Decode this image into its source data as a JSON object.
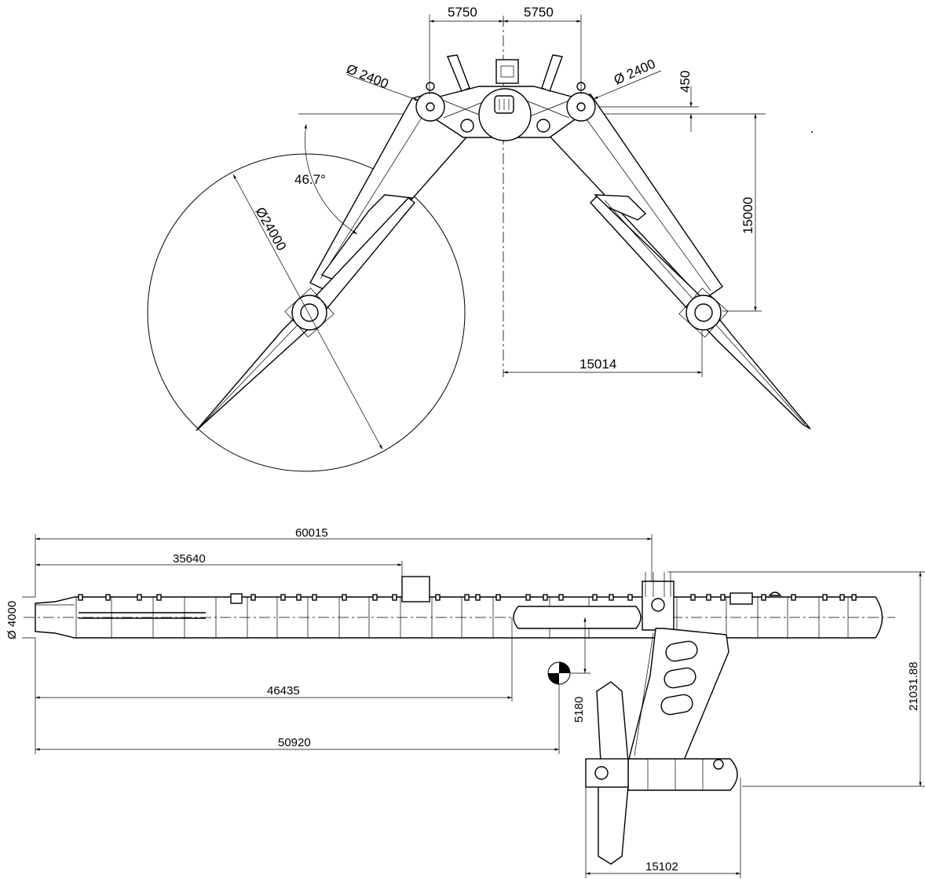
{
  "top_view": {
    "dim_half_span_left": "5750",
    "dim_half_span_right": "5750",
    "dim_hub_dia_left": "Ø 2400",
    "dim_hub_dia_right": "Ø 2400",
    "dim_offset": "450",
    "dim_angle": "46.7°",
    "dim_rotor_dia": "Ø24000",
    "dim_depth": "15000",
    "dim_lateral": "15014"
  },
  "side_view": {
    "dim_length_total": "60015",
    "dim_length_mid": "35640",
    "dim_cog_x": "46435",
    "dim_length_arm": "50920",
    "dim_hull_dia": "Ø 4000",
    "dim_cog_z": "5180",
    "dim_height": "21031.88",
    "dim_rotor_offset": "15102"
  },
  "colors": {
    "line": "#000000",
    "background": "#ffffff"
  }
}
